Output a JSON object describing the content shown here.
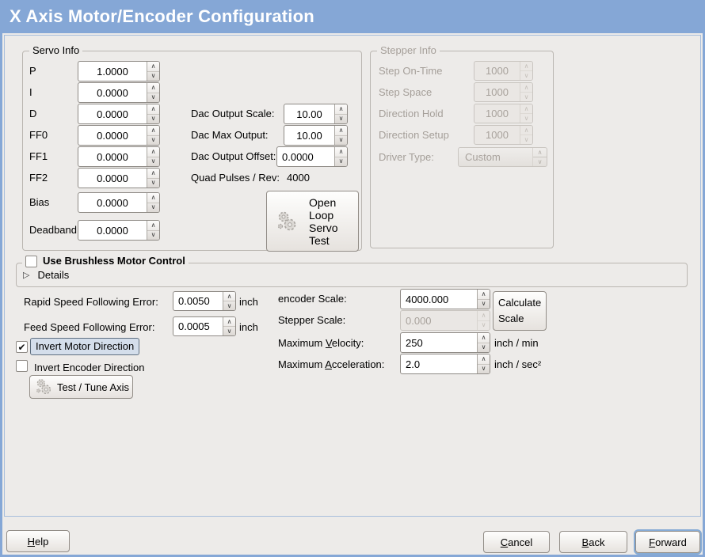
{
  "window": {
    "title": "X Axis Motor/Encoder Configuration"
  },
  "glyphs": {
    "spin_up": "∧",
    "spin_down": "∨",
    "check": "✔",
    "expander": "▷"
  },
  "colors": {
    "titlebar_blue": "#85a7d6",
    "window_bg": "#edebe9",
    "page_border": "#a7bedc",
    "highlight_bg": "#d4deeb",
    "highlight_border": "#5f6f80"
  },
  "servo_info": {
    "title": "Servo Info",
    "fields": [
      {
        "label": "P",
        "value": "1.0000"
      },
      {
        "label": "I",
        "value": "0.0000"
      },
      {
        "label": "D",
        "value": "0.0000"
      },
      {
        "label": "FF0",
        "value": "0.0000"
      },
      {
        "label": "FF1",
        "value": "0.0000"
      },
      {
        "label": "FF2",
        "value": "0.0000"
      },
      {
        "label": "Bias",
        "value": "0.0000"
      },
      {
        "label": "Deadband",
        "value": "0.0000"
      }
    ]
  },
  "dac": {
    "scale_label": "Dac Output Scale:",
    "scale_value": "10.00",
    "max_label": "Dac Max Output:",
    "max_value": "10.00",
    "offset_label": "Dac Output Offset:",
    "offset_value": "0.0000",
    "quad_label": "Quad Pulses / Rev:",
    "quad_value": "4000",
    "open_loop_button": "Open\nLoop\nServo\nTest"
  },
  "stepper_info": {
    "title": "Stepper Info",
    "fields": [
      {
        "label": "Step On-Time",
        "value": "1000"
      },
      {
        "label": "Step Space",
        "value": "1000"
      },
      {
        "label": "Direction Hold",
        "value": "1000"
      },
      {
        "label": "Direction Setup",
        "value": "1000"
      }
    ],
    "driver_type_label": "Driver Type:",
    "driver_type_value": "Custom"
  },
  "brushless": {
    "checkbox_label": "Use Brushless Motor Control",
    "checked": false,
    "details_label": "Details"
  },
  "following_error": {
    "rapid_label": "Rapid Speed Following Error:",
    "rapid_value": "0.0050",
    "rapid_unit": "inch",
    "feed_label": "Feed Speed Following Error:",
    "feed_value": "0.0005",
    "feed_unit": "inch"
  },
  "scales": {
    "encoder_label": "encoder Scale:",
    "encoder_value": "4000.000",
    "calculate_button": "Calculate\nScale",
    "stepper_label": "Stepper Scale:",
    "stepper_value": "0.000",
    "max_velocity_label": {
      "pre": "Maximum ",
      "mn": "V",
      "post": "elocity:"
    },
    "max_velocity_value": "250",
    "max_velocity_unit": "inch / min",
    "max_accel_label": {
      "pre": "Maximum ",
      "mn": "A",
      "post": "cceleration:"
    },
    "max_accel_value": "2.0",
    "max_accel_unit": "inch / sec²"
  },
  "options": {
    "invert_motor_label": "Invert Motor Direction",
    "invert_motor_checked": true,
    "invert_encoder_label": "Invert Encoder Direction",
    "invert_encoder_checked": false,
    "test_tune_button": "Test / Tune Axis"
  },
  "footer": {
    "help": {
      "mn": "H",
      "post": "elp"
    },
    "cancel": {
      "mn": "C",
      "post": "ancel"
    },
    "back": {
      "mn": "B",
      "post": "ack"
    },
    "forward": {
      "mn": "F",
      "post": "orward"
    }
  }
}
